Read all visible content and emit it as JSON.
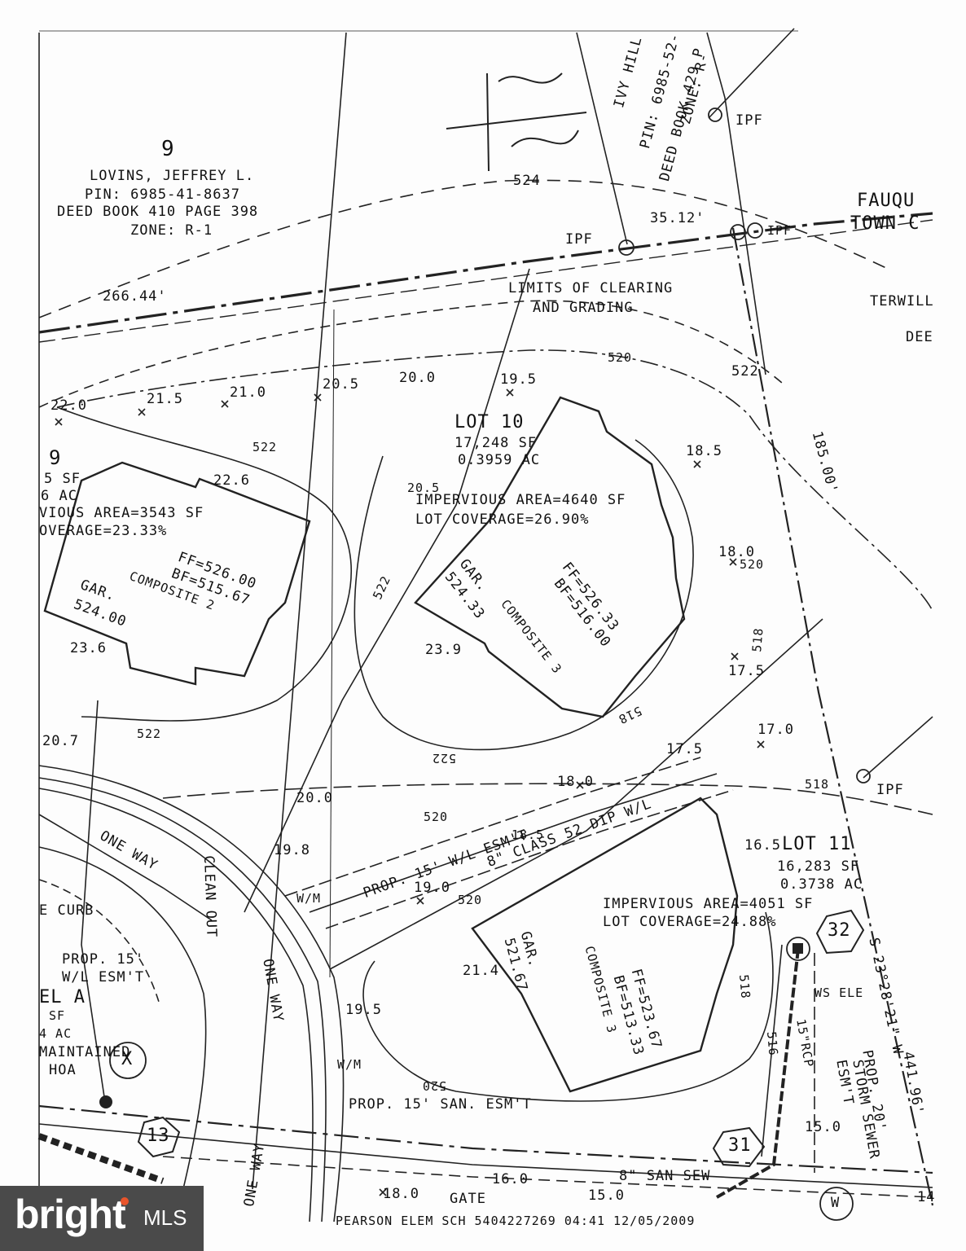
{
  "labels": {
    "lot9_number": "9",
    "owner_name": "LOVINS, JEFFREY L.",
    "owner_pin": "PIN: 6985-41-8637",
    "owner_deed": "DEED BOOK 410 PAGE 398",
    "owner_zone": "ZONE: R-1",
    "ivy_hill": "IVY HILL",
    "ivy_pin": "PIN: 6985-52-",
    "ivy_deed": "DEED BOOK 429 P",
    "ivy_zone": "ZONE: R-",
    "fauqu": "FAUQU",
    "town": "TOWN C",
    "terwill": "TERWILL",
    "dee": "DEE",
    "ipf": "IPF",
    "dist_266": "266.44'",
    "dist_35": "35.12'",
    "dist_185": "185.00'",
    "dist_441": "441.96'",
    "limits_1": "LIMITS OF CLEARING",
    "limits_2": "AND GRADING",
    "c524": "524",
    "c522": "522",
    "c520": "520",
    "c518": "518",
    "c516": "516",
    "lot10_title": "LOT 10",
    "lot10_sf": "17,248 SF",
    "lot10_ac": "0.3959 AC",
    "lot10_imp": "IMPERVIOUS AREA=4640 SF",
    "lot10_cov": "LOT COVERAGE=26.90%",
    "lot10_ff": "FF=526.33",
    "lot10_bf": "BF=516.00",
    "lot10_gar": "GAR.",
    "lot10_gar_el": "524.33",
    "lot10_model": "COMPOSITE 3",
    "lot9_nine": "9",
    "lot9_sf": "5 SF",
    "lot9_ac": "6 AC",
    "lot9_imp": "VIOUS AREA=3543 SF",
    "lot9_cov": "OVERAGE=23.33%",
    "lot9_ff": "FF=526.00",
    "lot9_bf": "BF=515.67",
    "lot9_model": "COMPOSITE 2",
    "lot9_gar": "GAR.",
    "lot9_gar_el": "524.00",
    "lot11_title": "LOT 11",
    "lot11_sf": "16,283 SF",
    "lot11_ac": "0.3738 AC",
    "lot11_imp": "IMPERVIOUS AREA=4051 SF",
    "lot11_cov": "LOT COVERAGE=24.88%",
    "lot11_gar": "GAR.",
    "lot11_gar_el": "521.67",
    "lot11_model": "COMPOSITE 3",
    "lot11_ff": "FF=523.67",
    "lot11_bf": "BF=513.33",
    "wl_esmt": "PROP. 15' W/L ESM'T",
    "dip_wl": "8\" CLASS 52 DIP W/L",
    "san_esmt": "PROP. 15' SAN. ESM'T",
    "san_sew": "8\" SAN SEW",
    "storm_1": "PROP. 20'",
    "storm_2": "STORM SEWER",
    "storm_3": "ESM'T",
    "rcp": "15\"RCP",
    "bearing": "S 23°28'21\" W",
    "clean_out": "CLEAN OUT",
    "one_way": "ONE WAY",
    "curb": "E CURB",
    "prop15": "PROP. 15'",
    "wl_esmt2": "W/L ESM'T",
    "parcel_a": "EL A",
    "sf": "SF",
    "ac": "4 AC",
    "maintained": "MAINTAINED",
    "hoa": "HOA",
    "wm": "W/M",
    "gate": "GATE",
    "ws_ele": "WS ELE",
    "hex_13": "13",
    "hex_31": "31",
    "hex_32": "32",
    "w_symbol": "W",
    "x_symbol": "X",
    "fax_footer": "PEARSON ELEM SCH     5404227269  04:41  12/05/2009",
    "sp_220": "22.0",
    "sp_215": "21.5",
    "sp_210": "21.0",
    "sp_205": "20.5",
    "sp_200": "20.0",
    "sp_195": "19.5",
    "sp_185": "18.5",
    "sp_180": "18.0",
    "sp_175": "17.5",
    "sp_170": "17.0",
    "sp_165": "16.5",
    "sp_226": "22.6",
    "sp_236": "23.6",
    "sp_239": "23.9",
    "sp_207": "20.7",
    "sp_198": "19.8",
    "sp_190": "19.0",
    "sp_214": "21.4",
    "sp_150": "15.0",
    "sp_160": "16.0",
    "sp_14": "14"
  },
  "watermark": {
    "brand": "bright",
    "suffix": "MLS",
    "bg_color": "#4a4a4a",
    "accent_color": "#e8542b"
  }
}
